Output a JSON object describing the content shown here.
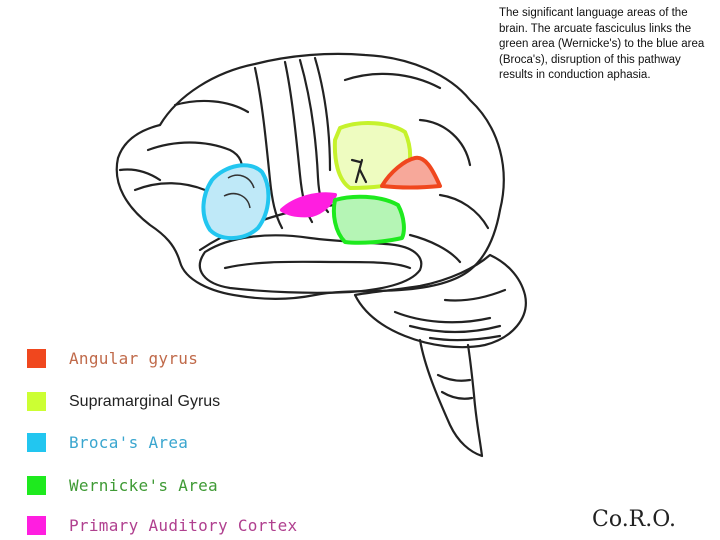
{
  "caption": "The significant language areas of the brain. The arcuate fasciculus links the green area (Wernicke's) to the blue area (Broca's), disruption of this pathway results in conduction aphasia.",
  "legend": [
    {
      "label": "Angular gyrus",
      "swatch": "#f0471e",
      "text_color": "#c06a4a",
      "style": "mono"
    },
    {
      "label": "Supramarginal Gyrus",
      "swatch": "#ccff33",
      "text_color": "#222222",
      "style": "sans"
    },
    {
      "label": "Broca's Area",
      "swatch": "#22c6f0",
      "text_color": "#3aa6cf",
      "style": "mono"
    },
    {
      "label": "Wernicke's Area",
      "swatch": "#1eea1e",
      "text_color": "#3f9a35",
      "style": "mono"
    },
    {
      "label": "Primary Auditory Cortex",
      "swatch": "#ff1ee0",
      "text_color": "#b0408f",
      "style": "mono"
    }
  ],
  "regions": {
    "angular_gyrus": {
      "fill": "#f7a89a",
      "stroke": "#f0471e"
    },
    "supramarginal_gyrus": {
      "fill": "#eefcc0",
      "stroke": "#c6f22c"
    },
    "brocas_area": {
      "fill": "#bfe9f8",
      "stroke": "#22c6f0"
    },
    "wernickes_area": {
      "fill": "#b5f5b5",
      "stroke": "#1eea1e"
    },
    "primary_auditory_cortex": {
      "fill": "#ff1ee0",
      "stroke": "#ff1ee0"
    }
  },
  "signature": "Co.R.O."
}
